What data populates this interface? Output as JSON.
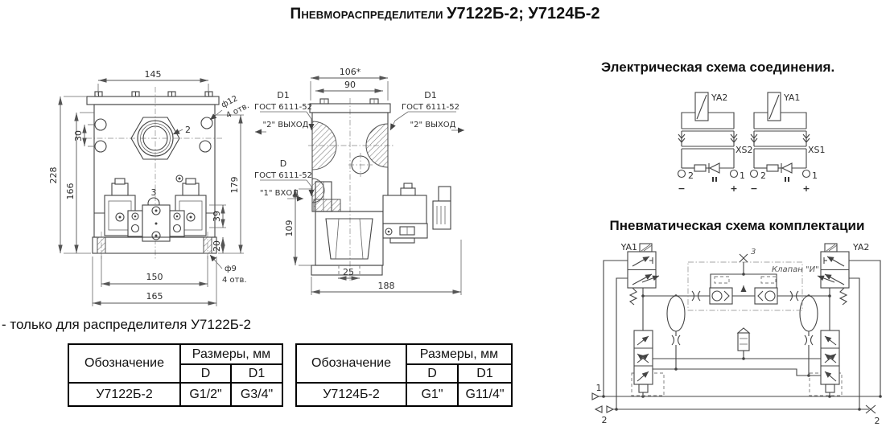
{
  "title": {
    "part1": "Пневмораспределители",
    "part2": "У7122Б-2; У7124Б-2"
  },
  "note": "- только для распределителя У7122Б-2",
  "front_view": {
    "dim_145": "145",
    "dim_228": "228",
    "dim_166": "166",
    "dim_30": "30",
    "dim_39": "39",
    "dim_179": "179",
    "dim_20": "20",
    "dim_150": "150",
    "dim_165": "165",
    "hole_top_dia": "ф12",
    "hole_top_qty": "4 отв.",
    "hole_bottom_dia": "ф9",
    "hole_bottom_qty": "4 отв.",
    "callout_port2": "2",
    "callout_port3": "3"
  },
  "side_view": {
    "dim_106": "106*",
    "dim_90": "90",
    "dim_109": "109",
    "dim_25": "25",
    "dim_188": "188"
  },
  "port_labels": {
    "d1": "D1",
    "d": "D",
    "gost": "ГОСТ 6111-52",
    "out2": "\"2\" ВЫХОД",
    "in1": "\"1\" ВХОД"
  },
  "electrical": {
    "heading": "Электрическая схема соединения.",
    "units": [
      {
        "coil": "YA2",
        "connector": "XS2",
        "term_left": "2",
        "term_right": "1",
        "polarity_left": "−",
        "polarity_right": "+"
      },
      {
        "coil": "YA1",
        "connector": "XS1",
        "term_left": "2",
        "term_right": "1",
        "polarity_left": "−",
        "polarity_right": "+"
      }
    ]
  },
  "pneumatic": {
    "heading": "Пневматическая схема комплектации",
    "valve_left": "YA1",
    "valve_right": "YA2",
    "callout_3": "3",
    "and_valve_label": "Клапан \"И\"",
    "port_1": "1",
    "port_2_left": "2",
    "port_2_right": "2"
  },
  "tables": [
    {
      "designation_header": "Обозначение",
      "sizes_header": "Размеры, мм",
      "d_header": "D",
      "d1_header": "D1",
      "designation": "У7122Б-2",
      "d_value": "G1/2\"",
      "d1_value": "G3/4\""
    },
    {
      "designation_header": "Обозначение",
      "sizes_header": "Размеры, мм",
      "d_header": "D",
      "d1_header": "D1",
      "designation": "У7124Б-2",
      "d_value": "G1\"",
      "d1_value": "G11/4\""
    }
  ]
}
